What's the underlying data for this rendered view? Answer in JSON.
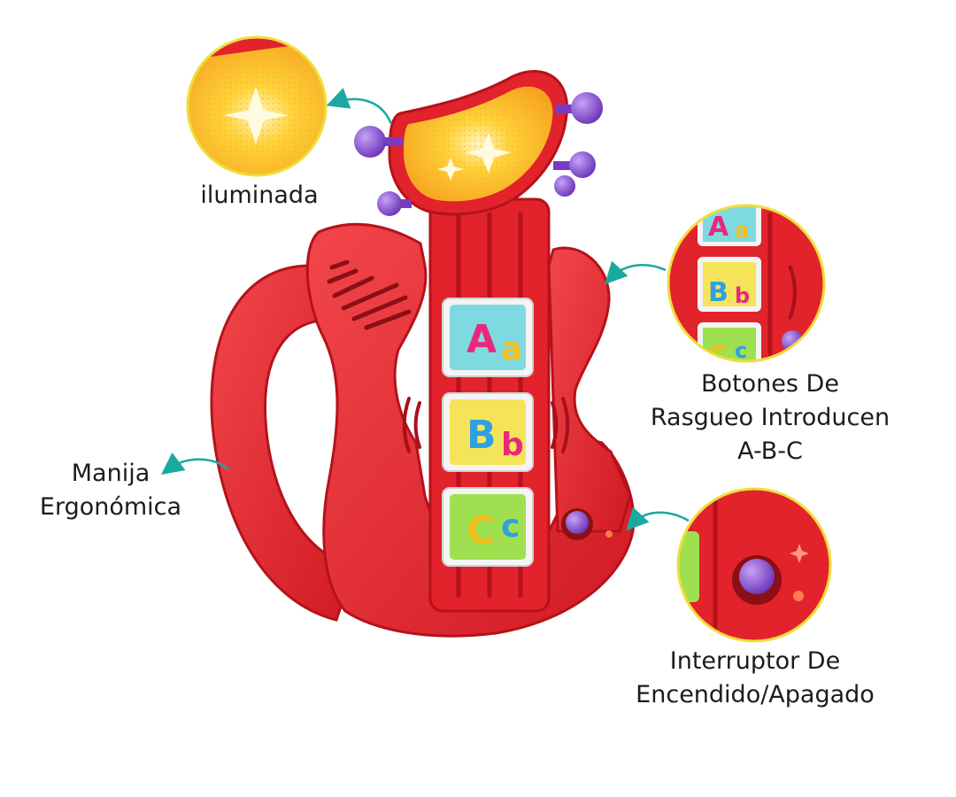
{
  "callouts": {
    "iluminada": {
      "lines": [
        "iluminada"
      ]
    },
    "manija": {
      "lines": [
        "Manija",
        "Ergonómica"
      ]
    },
    "botones": {
      "lines": [
        "Botones De",
        "Rasgueo Introducen",
        "A-B-C"
      ]
    },
    "interruptor": {
      "lines": [
        "Interruptor De",
        "Encendido/Apagado"
      ]
    }
  },
  "keys": [
    {
      "upper": "A",
      "lower": "a",
      "upper_color": "#e8277d",
      "lower_color": "#f2c01c",
      "tile_color": "#7fd9e0"
    },
    {
      "upper": "B",
      "lower": "b",
      "upper_color": "#2fa0e3",
      "lower_color": "#e8277d",
      "tile_color": "#f5e45a"
    },
    {
      "upper": "C",
      "lower": "c",
      "upper_color": "#f2c01c",
      "lower_color": "#2fa0e3",
      "tile_color": "#9ee04f"
    }
  ],
  "colors": {
    "toy_red": "#e8262e",
    "toy_dark_red": "#b5121b",
    "peg_purple": "#8a4fd1",
    "arrow_teal": "#1aa9a0",
    "ring_yellow": "#f0dd3a",
    "light_yellow": "#ffd23a"
  }
}
